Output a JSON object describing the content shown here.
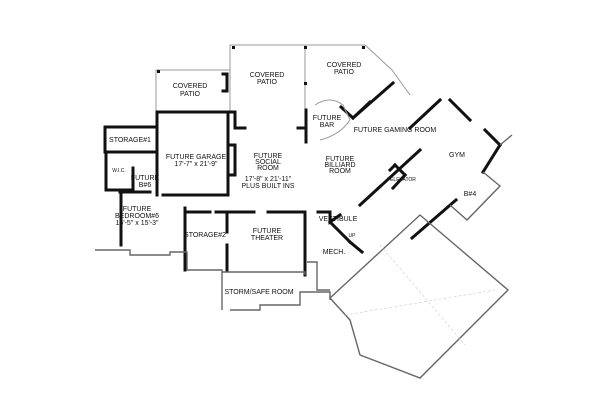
{
  "rooms": {
    "covered_patio_left": [
      "COVERED",
      "PATIO"
    ],
    "covered_patio_center": [
      "COVERED",
      "PATIO"
    ],
    "covered_patio_right": [
      "COVERED",
      "PATIO"
    ],
    "storage_1": "STORAGE#1",
    "wic": "W.I.C.",
    "future_bath_6": [
      "FUTURE",
      "B#6"
    ],
    "future_garage": [
      "FUTURE  GARAGE",
      "17'-7\" x 21'-9\""
    ],
    "future_social_room": [
      "FUTURE",
      "SOCIAL",
      "ROOM",
      "17'-8\" x 21'-11\"",
      "PLUS BUILT INS"
    ],
    "future_bar": [
      "FUTURE",
      "BAR"
    ],
    "future_gaming_room": "FUTURE  GAMING ROOM",
    "future_billiard_room": [
      "FUTURE",
      "BILLIARD",
      "ROOM"
    ],
    "gym": "GYM",
    "elevator": "ELEVATOR",
    "bath_4": "B#4",
    "vestibule": "VESTIBULE",
    "up": "UP",
    "future_bedroom_6": [
      "FUTURE",
      "BEDROOM#6",
      "16'-5\" x 15'-3\""
    ],
    "storage_2": "STORAGE#2",
    "future_theater": [
      "FUTURE",
      "THEATER"
    ],
    "mech": "MECH.",
    "storm_safe_room": "STORM/SAFE ROOM"
  }
}
